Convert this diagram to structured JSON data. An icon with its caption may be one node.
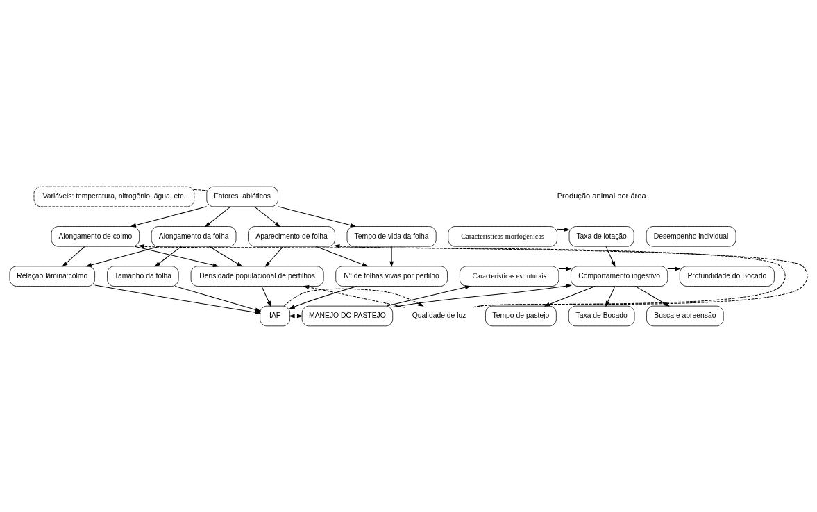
{
  "diagram": {
    "nodes": [
      {
        "text": [
          "Variáveis: temperatura, nitrogênio, água, etc."
        ]
      },
      {
        "text": [
          "Fatores  abióticos"
        ]
      },
      {
        "text": [
          "Alongamento de colmo"
        ]
      },
      {
        "text": [
          "Alongamento da folha"
        ]
      },
      {
        "text": [
          "Aparecimento de folha"
        ]
      },
      {
        "text": [
          "Tempo de vida da folha"
        ]
      },
      {
        "text": [
          "Características morfogênicas"
        ]
      },
      {
        "text": [
          "Taxa de lotação"
        ]
      },
      {
        "text": [
          "Desempenho individual"
        ]
      },
      {
        "text": [
          "Relação lâmina:colmo"
        ]
      },
      {
        "text": [
          "Tamanho da folha"
        ]
      },
      {
        "text": [
          "Densidade populacional de perfilhos"
        ]
      },
      {
        "text": [
          "N° de folhas vivas por perfilho"
        ]
      },
      {
        "text": [
          "Características estruturais"
        ]
      },
      {
        "text": [
          "Comportamento ingestivo"
        ]
      },
      {
        "text": [
          "Profundidade do Bocado"
        ]
      },
      {
        "text": [
          "Qualidade de luz"
        ]
      },
      {
        "text": [
          "IAF"
        ]
      },
      {
        "text": [
          "Taxa de Bocado"
        ]
      },
      {
        "text": [
          "Busca e apreensão"
        ]
      },
      {
        "text": [
          "MANEJO DO PASTEJO"
        ]
      },
      {
        "text": [
          "Tempo de pastejo"
        ]
      }
    ],
    "edges": [
      {
        "from": 0,
        "to": 1,
        "arrow": "none",
        "style": "dashed"
      },
      {
        "from": 1,
        "to": 2,
        "arrow": "to"
      },
      {
        "from": 1,
        "to": 3,
        "arrow": "to"
      },
      {
        "from": 1,
        "to": 4,
        "arrow": "to"
      },
      {
        "from": 1,
        "to": 5,
        "arrow": "to"
      },
      {
        "from": 16,
        "to": 2,
        "arrow": "to",
        "style": "dashed"
      },
      {
        "from": 16,
        "to": 4,
        "arrow": "to",
        "style": "dashed"
      },
      {
        "from": 2,
        "to": 9,
        "arrow": "to"
      },
      {
        "from": 2,
        "to": 11,
        "arrow": "to"
      },
      {
        "from": 3,
        "to": 9,
        "arrow": "to"
      },
      {
        "from": 3,
        "to": 10,
        "arrow": "to"
      },
      {
        "from": 3,
        "to": 11,
        "arrow": "to"
      },
      {
        "from": 4,
        "to": 11,
        "arrow": "to"
      },
      {
        "from": 4,
        "to": 12,
        "arrow": "to"
      },
      {
        "from": 5,
        "to": 12,
        "arrow": "to"
      },
      {
        "from": 6,
        "to": 7,
        "arrow": "to"
      },
      {
        "from": 7,
        "to": 14,
        "arrow": "to"
      },
      {
        "from": 13,
        "to": 14,
        "arrow": "to"
      },
      {
        "from": 14,
        "to": 15,
        "arrow": "to"
      },
      {
        "from": 9,
        "to": 17,
        "arrow": "to"
      },
      {
        "from": 10,
        "to": 17,
        "arrow": "to"
      },
      {
        "from": 11,
        "to": 17,
        "arrow": "to"
      },
      {
        "from": 12,
        "to": 17,
        "arrow": "to"
      },
      {
        "from": 16,
        "to": 11,
        "arrow": "to",
        "style": "dashed"
      },
      {
        "from": 17,
        "to": 16,
        "arrow": "to",
        "style": "dashed"
      },
      {
        "from": 20,
        "to": 17,
        "arrow": "both"
      },
      {
        "from": 20,
        "to": 13,
        "arrow": "to"
      },
      {
        "from": 20,
        "to": 14,
        "arrow": "to"
      },
      {
        "from": 14,
        "to": 18,
        "arrow": "to"
      },
      {
        "from": 14,
        "to": 19,
        "arrow": "to"
      },
      {
        "from": 14,
        "to": 21,
        "arrow": "to"
      }
    ],
    "labels": [
      "Produção animal por área"
    ]
  }
}
